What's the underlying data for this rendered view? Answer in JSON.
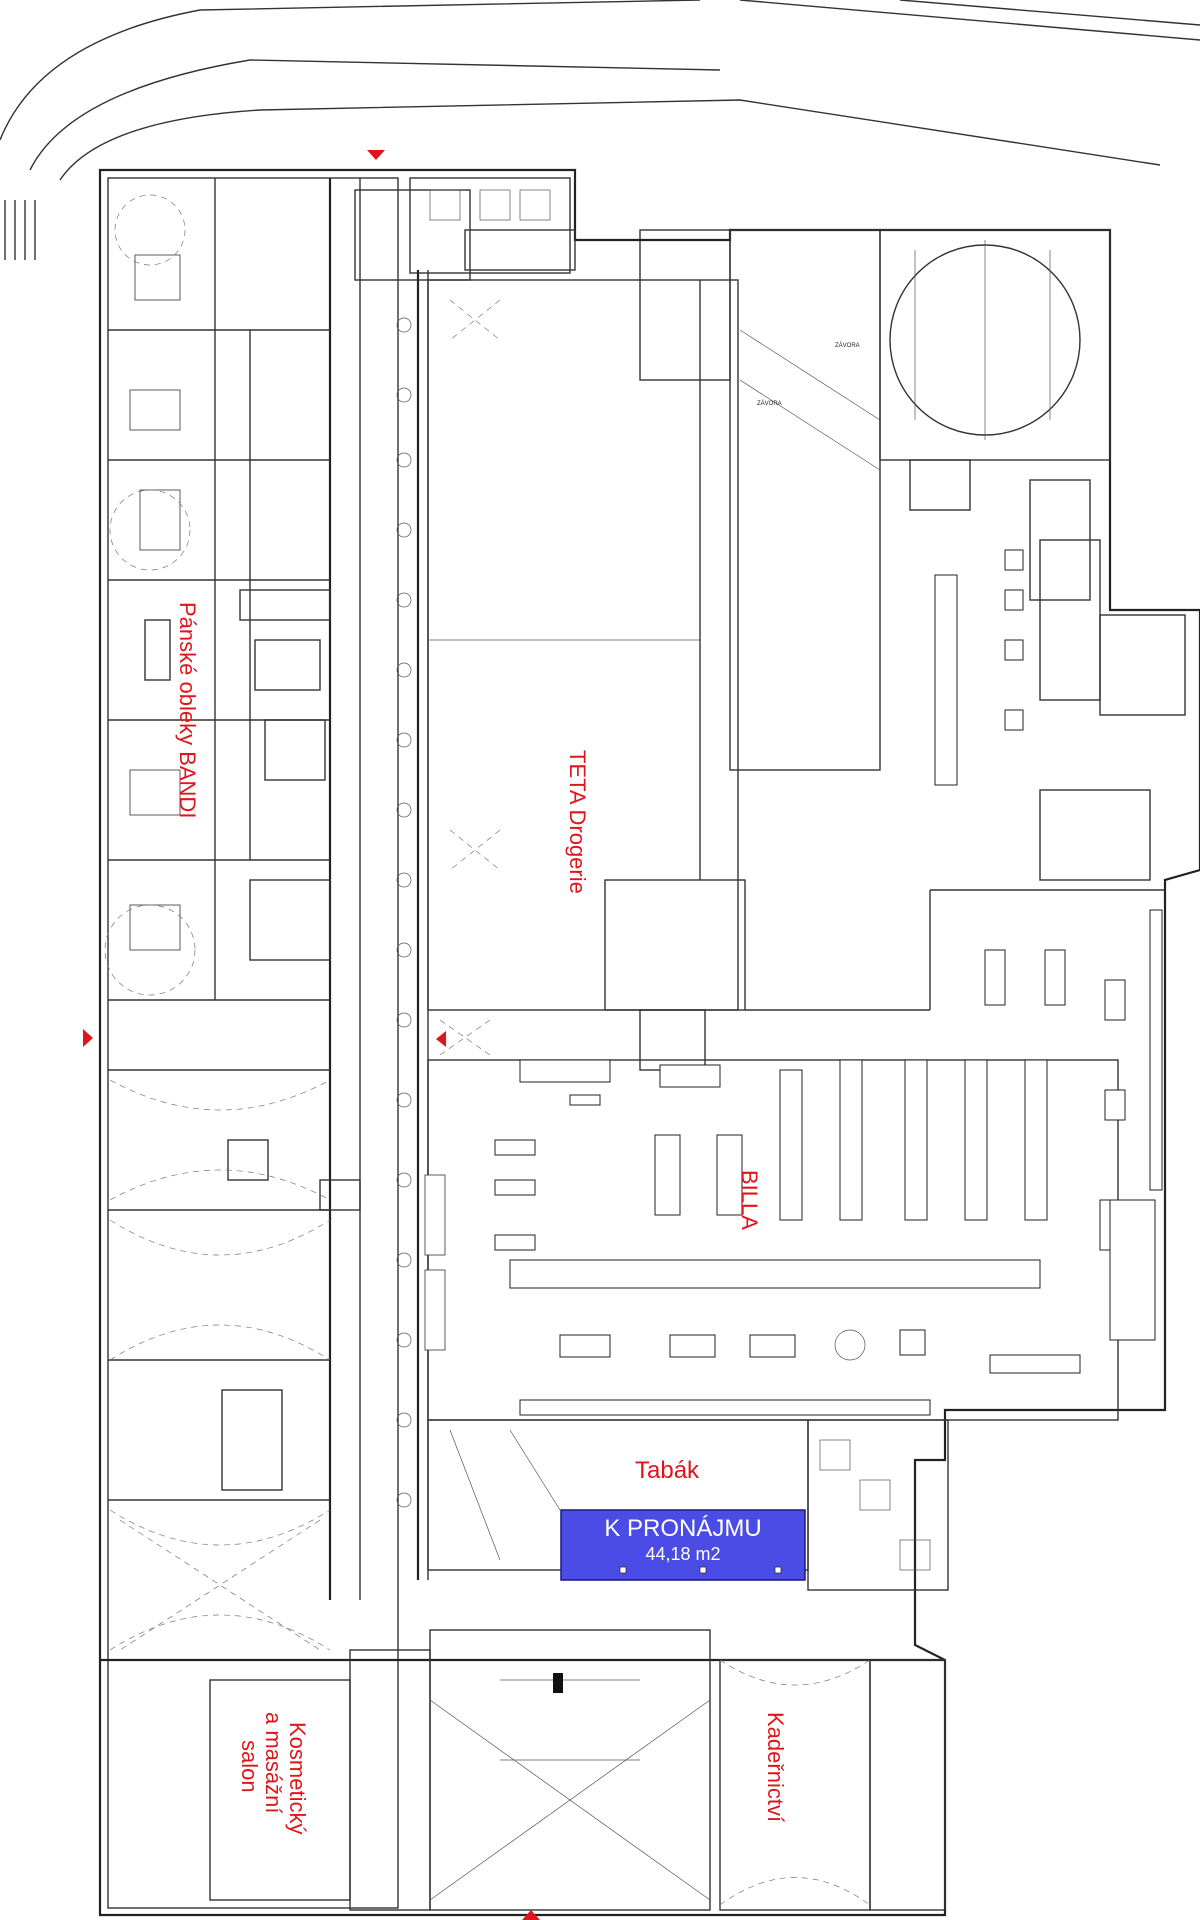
{
  "labels": {
    "bandi": "Pánské obleky BANDI",
    "teta": "TETA Drogerie",
    "billa": "BILLA",
    "tabak": "Tabák",
    "rent_title": "K PRONÁJMU",
    "rent_area": "44,18 m2",
    "kosmeticky_1": "Kosmetický",
    "kosmeticky_2": "a masážní",
    "kosmeticky_3": "salon",
    "kadernictvi": "Kadeřnictví",
    "zavora_1": "ZÁVORA",
    "zavora_2": "ZÁVORA"
  },
  "colors": {
    "label_red": "#e0151b",
    "rent_fill": "#4b4be6",
    "line": "#333333"
  },
  "icons": {
    "entrance_marker": "red-triangle"
  }
}
